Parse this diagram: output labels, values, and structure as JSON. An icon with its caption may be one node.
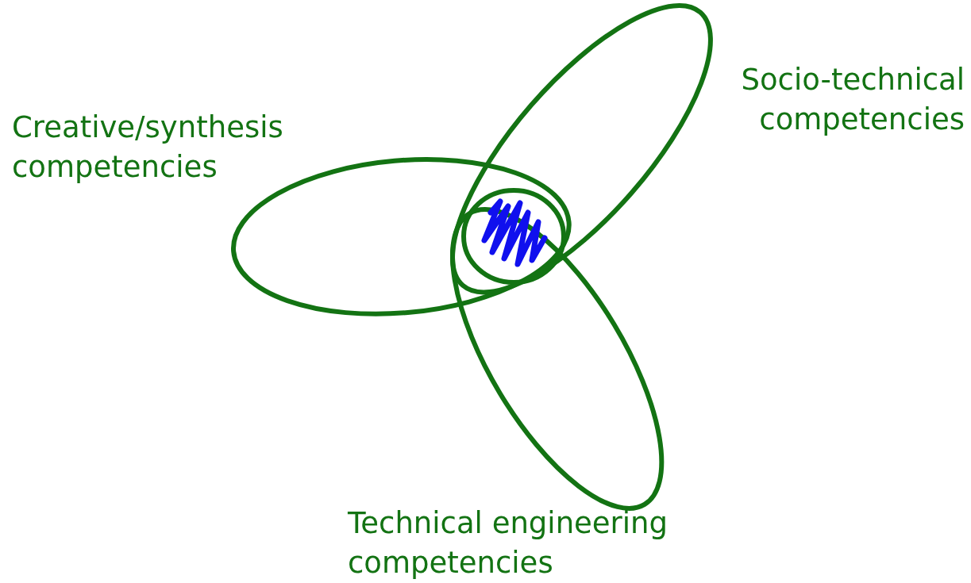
{
  "diagram": {
    "nodes": [
      {
        "text": [
          "Creative/synthesis competencies"
        ]
      },
      {
        "text": [
          "Socio-technical competencies"
        ]
      },
      {
        "text": [
          "Technical engineering competencies"
        ]
      },
      {
        "text": [],
        "shape": "circle"
      }
    ],
    "edges": []
  }
}
